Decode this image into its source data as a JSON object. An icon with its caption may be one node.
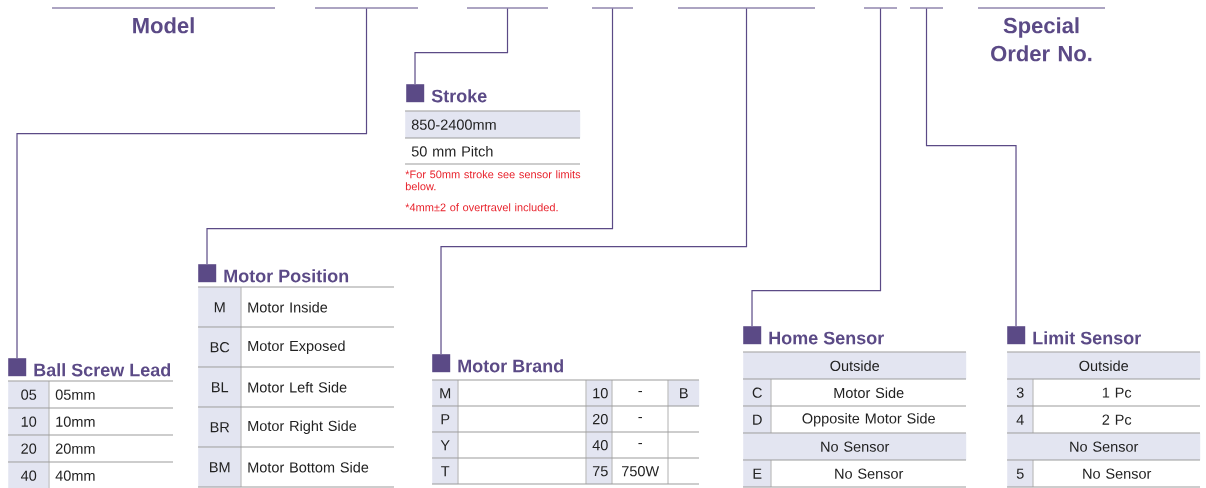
{
  "diagram": {
    "nodes": [
      {
        "text": [
          "Model"
        ]
      },
      {
        "text": [],
        "shape": "bar"
      },
      {
        "text": [],
        "shape": "bar"
      },
      {
        "text": [],
        "shape": "bar"
      },
      {
        "text": [],
        "shape": "bar"
      },
      {
        "text": [],
        "shape": "bar"
      },
      {
        "text": [],
        "shape": "bar"
      },
      {
        "text": [
          "Special Order No."
        ]
      },
      {
        "text": [
          "Stroke",
          "850-2400mm",
          "50 mm Pitch"
        ],
        "beside": [
          "*For 50mm stroke see sensor limits below.",
          "*4mm±2 of overtravel included."
        ]
      },
      {
        "text": [
          "Motor Position",
          "M",
          "Motor Inside",
          "BC",
          "Motor Exposed",
          "BL",
          "Motor Left Side",
          "BR",
          "Motor Right Side",
          "BM",
          "Motor Bottom Side"
        ]
      },
      {
        "text": [
          "Home Sensor",
          "Outside",
          "C",
          "Motor Side",
          "D",
          "Opposite Motor Side",
          "No Sensor",
          "E",
          "No Sensor"
        ]
      },
      {
        "text": [
          "Limit Sensor",
          "Outside",
          "3",
          "1 Pc",
          "4",
          "2 Pc",
          "No Sensor",
          "5",
          "No Sensor"
        ]
      },
      {
        "text": [
          "Motor Brand",
          "M",
          "10",
          "-",
          "B",
          "P",
          "20",
          "-",
          "Y",
          "40",
          "-",
          "T",
          "75",
          "750W"
        ]
      },
      {
        "text": [
          "Ball Screw Lead",
          "05",
          "05mm",
          "10",
          "10mm",
          "20",
          "20mm",
          "40",
          "40mm"
        ]
      }
    ],
    "edges": [
      {
        "from": 1,
        "to": 13,
        "arrow": "none"
      },
      {
        "from": 2,
        "to": 8,
        "arrow": "none"
      },
      {
        "from": 3,
        "to": 9,
        "arrow": "none"
      },
      {
        "from": 4,
        "to": 12,
        "arrow": "none"
      },
      {
        "from": 5,
        "to": 10,
        "arrow": "none"
      },
      {
        "from": 6,
        "to": 11,
        "arrow": "none"
      }
    ]
  }
}
